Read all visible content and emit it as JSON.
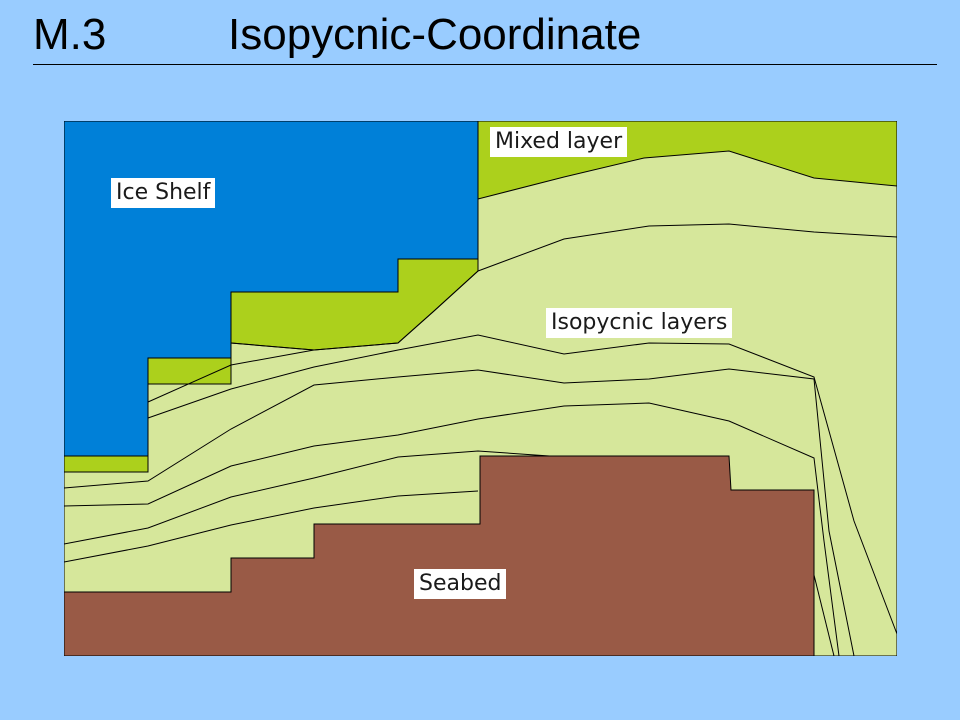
{
  "slide": {
    "number": "M.3",
    "title": "Isopycnic-Coordinate"
  },
  "diagram": {
    "labels": {
      "ice_shelf": "Ice Shelf",
      "mixed_layer": "Mixed layer",
      "isopycnic_layers": "Isopycnic layers",
      "seabed": "Seabed"
    },
    "colors": {
      "ice_shelf": "#0080d8",
      "mixed_layer": "#acd01c",
      "isopycnic_layers": "#d6e79b",
      "seabed": "#995a46",
      "background": "#99ccff"
    }
  }
}
